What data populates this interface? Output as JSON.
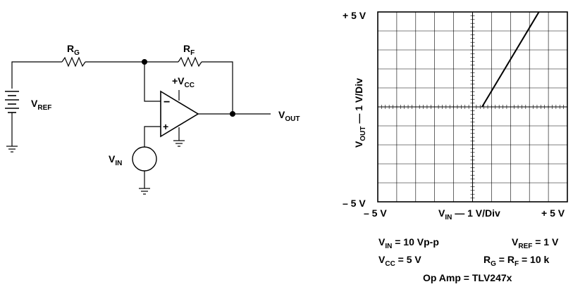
{
  "circuit": {
    "rg": {
      "main": "R",
      "sub": "G"
    },
    "rf": {
      "main": "R",
      "sub": "F"
    },
    "vcc": {
      "main": "+V",
      "sub": "CC"
    },
    "vref": {
      "main": "V",
      "sub": "REF"
    },
    "vout": {
      "main": "V",
      "sub": "OUT"
    },
    "vin": {
      "main": "V",
      "sub": "IN"
    },
    "minus": "−",
    "plus": "+"
  },
  "chart_data": {
    "type": "line",
    "x_range": [
      -5,
      5
    ],
    "y_range": [
      -5,
      5
    ],
    "x_divisions": 10,
    "y_divisions": 10,
    "grid": true,
    "series": [
      {
        "x": [
          0.5,
          3.5
        ],
        "y": [
          0,
          5
        ]
      }
    ],
    "y_top_label": "+ 5 V",
    "y_bottom_label": "– 5 V",
    "x_left_label": "– 5 V",
    "x_right_label": "+ 5 V",
    "x_axis_label": {
      "main": "V",
      "sub": "IN",
      "rest": " — 1 V/Div"
    },
    "y_axis_label": {
      "main": "V",
      "sub": "OUT",
      "rest": " — 1 V/Div"
    }
  },
  "conditions": {
    "vin": {
      "main": "V",
      "sub": "IN",
      "rest": " = 10 Vp-p"
    },
    "vref": {
      "main": "V",
      "sub": "REF",
      "rest": " = 1 V"
    },
    "vcc": {
      "main": "V",
      "sub": "CC",
      "rest": " = 5 V"
    },
    "rg_rf": {
      "a": "R",
      "asub": "G",
      "mid": " = R",
      "bsub": "F",
      "rest": " = 10 k"
    },
    "opamp": "Op Amp = TLV247x"
  }
}
